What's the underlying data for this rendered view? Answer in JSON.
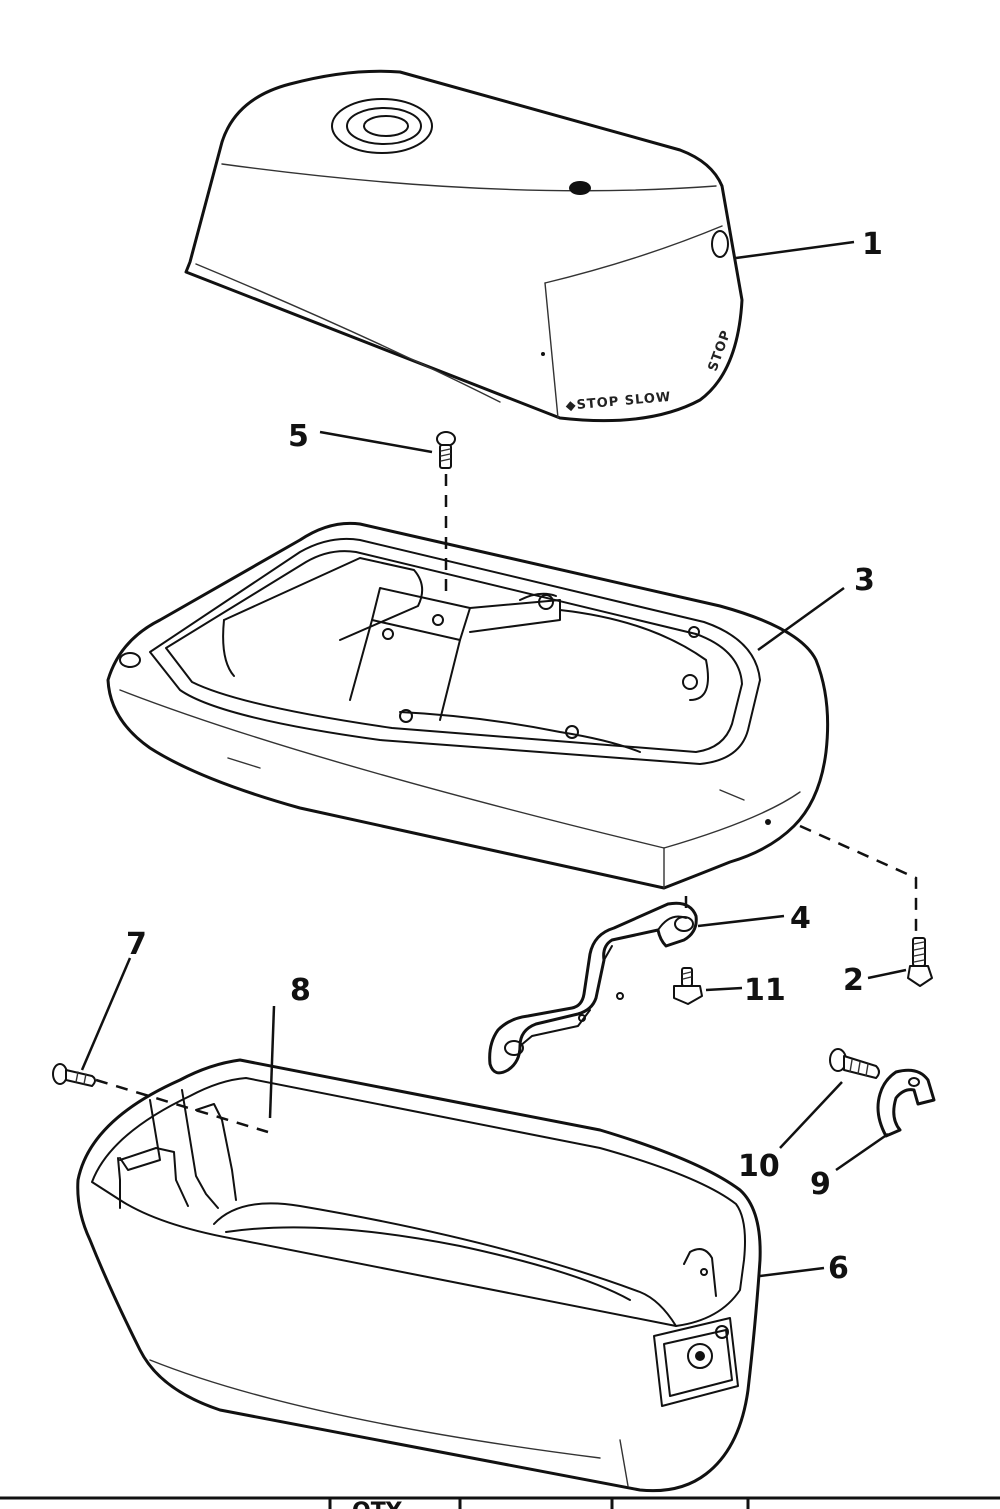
{
  "diagram": {
    "callouts": [
      "1",
      "2",
      "3",
      "4",
      "5",
      "6",
      "7",
      "8",
      "9",
      "10",
      "11"
    ],
    "decal_front": "◆STOP  SLOW",
    "decal_side": "STOP",
    "table_partial_text": "QTY"
  }
}
